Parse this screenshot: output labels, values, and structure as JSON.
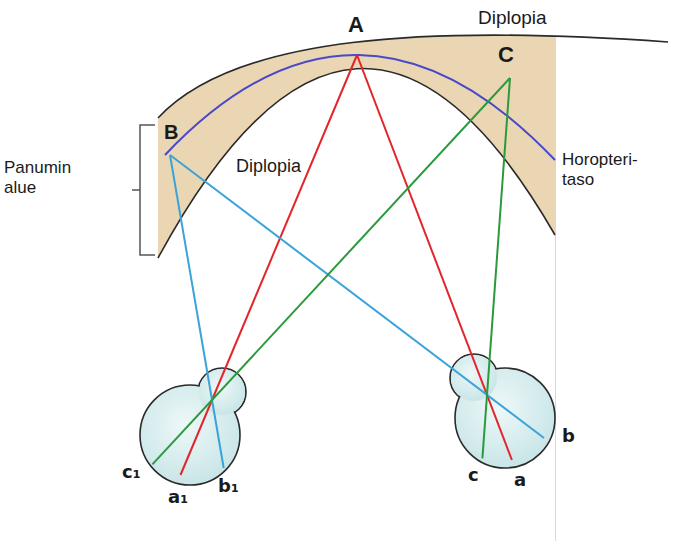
{
  "diagram": {
    "labels": [
      "A",
      "Diplopia",
      "C",
      "B",
      "Panumin alue",
      "Diplopia",
      "Horopteri- taso",
      "c₁",
      "a₁",
      "b₁",
      "c",
      "a",
      "b"
    ]
  }
}
